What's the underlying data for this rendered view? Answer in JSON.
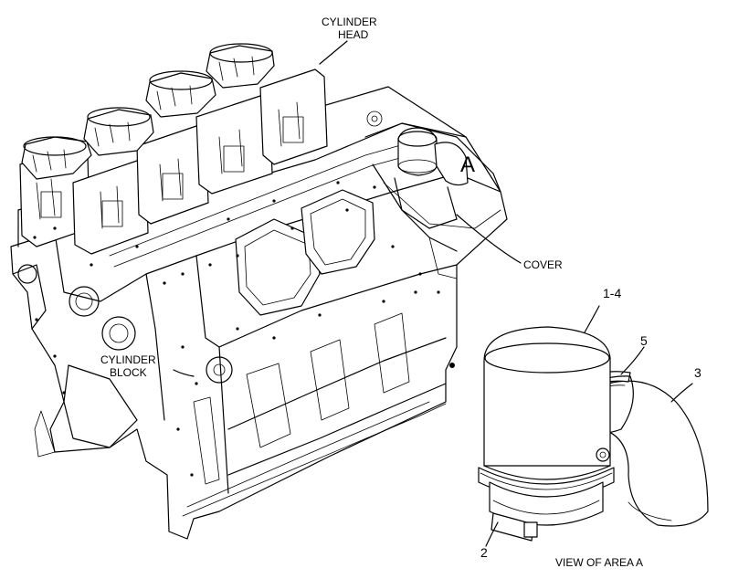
{
  "labels": {
    "cylinder_head_line1": "CYLINDER",
    "cylinder_head_line2": "HEAD",
    "detail_marker": "A",
    "cover": "COVER",
    "cylinder_block_line1": "CYLINDER",
    "cylinder_block_line2": "BLOCK",
    "callout_1_4": "1-4",
    "callout_5": "5",
    "callout_3": "3",
    "callout_2": "2",
    "view_caption": "VIEW OF AREA A"
  }
}
